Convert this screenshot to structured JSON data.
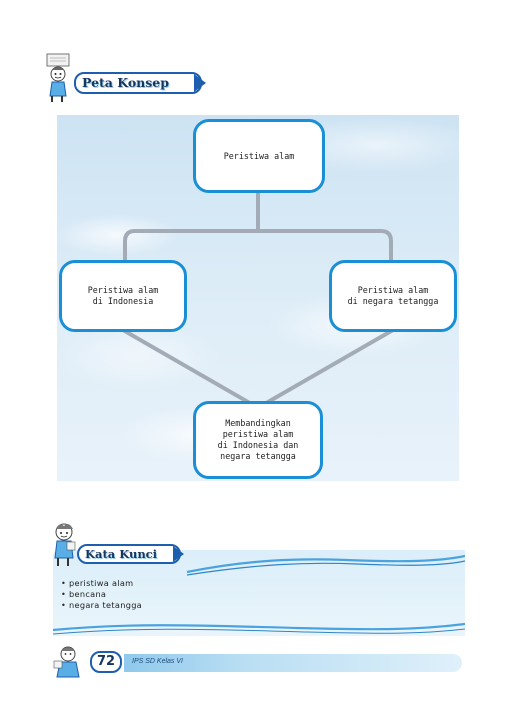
{
  "peta_konsep": {
    "title": "Peta Konsep"
  },
  "concept_map": {
    "top_node": "Peristiwa alam",
    "left_node": "Peristiwa alam\ndi Indonesia",
    "right_node": "Peristiwa alam\ndi negara tetangga",
    "bottom_node": "Membandingkan\nperistiwa alam\ndi Indonesia dan\nnegara tetangga"
  },
  "kata_kunci": {
    "title": "Kata Kunci",
    "items": [
      "peristiwa alam",
      "bencana",
      "negara tetangga"
    ]
  },
  "footer": {
    "page_number": "72",
    "book_label": "IPS SD Kelas VI"
  },
  "colors": {
    "node_border": "#1b8fd6",
    "connector": "#a3acb6",
    "banner_border": "#1d5fae",
    "wave": "#4aa3df"
  }
}
